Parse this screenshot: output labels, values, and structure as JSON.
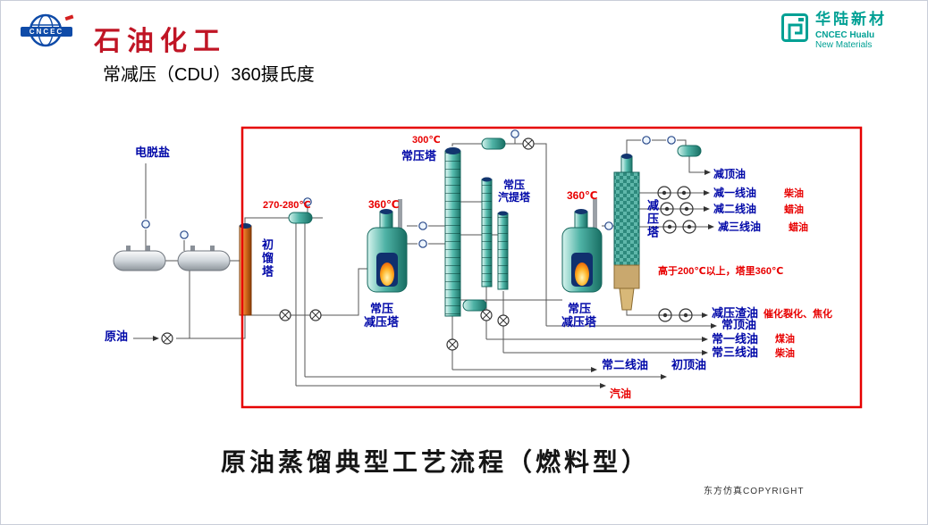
{
  "header": {
    "logo_cncec_text": "CNCEC",
    "brand_left": "石油化工",
    "brand_right_cn": "华陆新材",
    "brand_right_en1": "CNCEC Hualu",
    "brand_right_en2": "New Materials"
  },
  "title": "常减压（CDU）360摄氏度",
  "diagram": {
    "labels": {
      "desalter": "电脱盐",
      "crude_oil": "原油",
      "initial_tower": "初馏塔",
      "temp_270_280": "270-280℃",
      "temp_360_left": "360℃",
      "temp_300": "300℃",
      "atm_tower": "常压塔",
      "atm_stripper_l1": "常压",
      "atm_stripper_l2": "汽提塔",
      "furnace_left_l1": "常压",
      "furnace_left_l2": "减压塔",
      "temp_360_right": "360℃",
      "furnace_right_l1": "常压",
      "furnace_right_l2": "减压塔",
      "vacuum_tower": "减压塔",
      "vac_top_oil": "减顶油",
      "vac_line1_oil": "减一线油",
      "vac_line1_product": "柴油",
      "vac_line2_oil": "减二线油",
      "vac_line2_product": "蜡油",
      "vac_line3_oil": "减三线油",
      "vac_line3_product": "蜡油",
      "note_high_temp": "高于200℃以上，塔里360℃",
      "vac_residue": "减压渣油",
      "vac_residue_dest": "催化裂化、焦化",
      "atm_top_oil": "常顶油",
      "atm_line1_oil": "常一线油",
      "atm_line1_product": "煤油",
      "atm_line3_oil": "常三线油",
      "atm_line3_product": "柴油",
      "atm_line2_oil": "常二线油",
      "initial_top_oil": "初顶油",
      "gasoline": "汽油"
    },
    "caption": "原油蒸馏典型工艺流程（燃料型）",
    "copyright": "东方仿真COPYRIGHT"
  },
  "colors": {
    "accent_red": "#e60000",
    "label_blue": "#0008a8",
    "brand_red": "#c01525",
    "brand_teal": "#00a094",
    "vessel_teal": "#3aa69a"
  }
}
